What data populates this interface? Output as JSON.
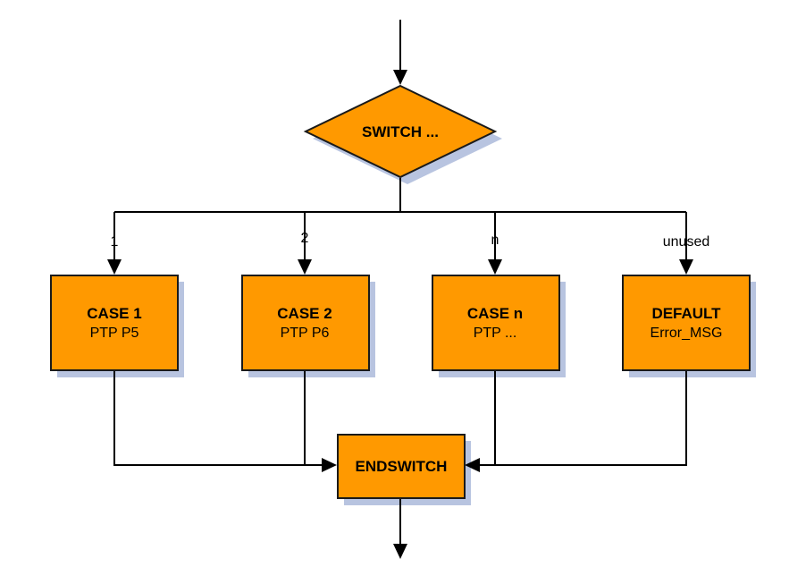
{
  "switch": {
    "label": "SWITCH ..."
  },
  "branches": [
    {
      "edge_label": "1",
      "title": "CASE 1",
      "subtitle": "PTP P5"
    },
    {
      "edge_label": "2",
      "title": "CASE 2",
      "subtitle": "PTP P6"
    },
    {
      "edge_label": "n",
      "title": "CASE n",
      "subtitle": "PTP ..."
    },
    {
      "edge_label": "unused",
      "title": "DEFAULT",
      "subtitle": "Error_MSG"
    }
  ],
  "endswitch": {
    "label": "ENDSWITCH"
  },
  "colors": {
    "node_fill": "#ff9900",
    "node_stroke": "#1a1a1a",
    "shadow": "#b8c4e0",
    "connector": "#000000"
  }
}
